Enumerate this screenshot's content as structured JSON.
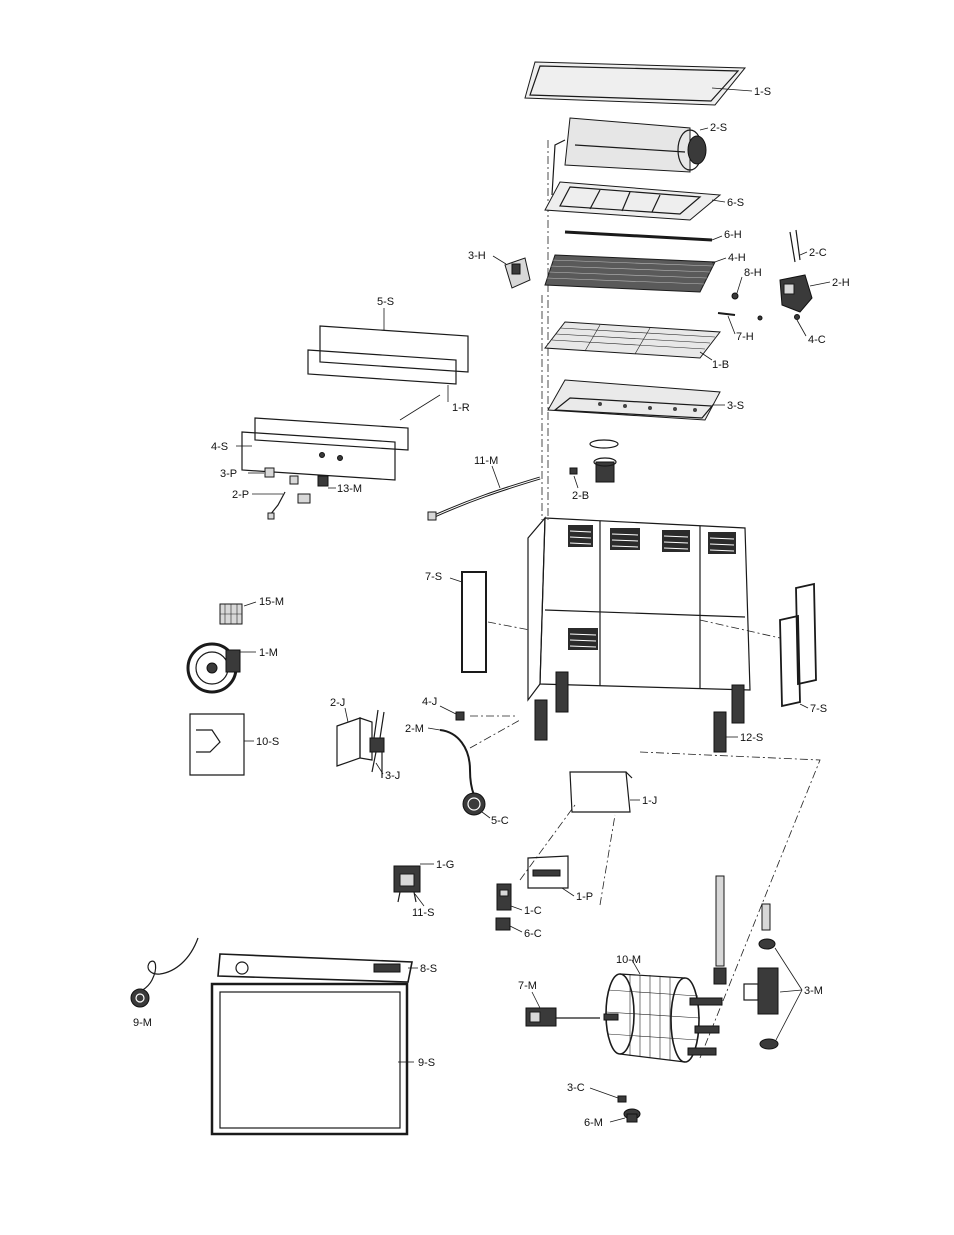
{
  "labels": {
    "l_1S": "1-S",
    "l_2S": "2-S",
    "l_6S": "6-S",
    "l_6H": "6-H",
    "l_2C": "2-C",
    "l_3H": "3-H",
    "l_4H": "4-H",
    "l_8H": "8-H",
    "l_2H": "2-H",
    "l_7H": "7-H",
    "l_4C": "4-C",
    "l_5S": "5-S",
    "l_1B": "1-B",
    "l_1R": "1-R",
    "l_3S": "3-S",
    "l_4S": "4-S",
    "l_3P": "3-P",
    "l_13M": "13-M",
    "l_2P": "2-P",
    "l_11M": "11-M",
    "l_2B": "2-B",
    "l_7Sa": "7-S",
    "l_15M": "15-M",
    "l_1M": "1-M",
    "l_7Sb": "7-S",
    "l_2J": "2-J",
    "l_4J": "4-J",
    "l_2M": "2-M",
    "l_10S": "10-S",
    "l_12S": "12-S",
    "l_3J": "3-J",
    "l_5C": "5-C",
    "l_1J": "1-J",
    "l_1G": "1-G",
    "l_1P": "1-P",
    "l_11S": "11-S",
    "l_1C": "1-C",
    "l_6C": "6-C",
    "l_8S": "8-S",
    "l_10M": "10-M",
    "l_3M": "3-M",
    "l_7M": "7-M",
    "l_9M": "9-M",
    "l_9S": "9-S",
    "l_3C": "3-C",
    "l_6M": "6-M"
  }
}
